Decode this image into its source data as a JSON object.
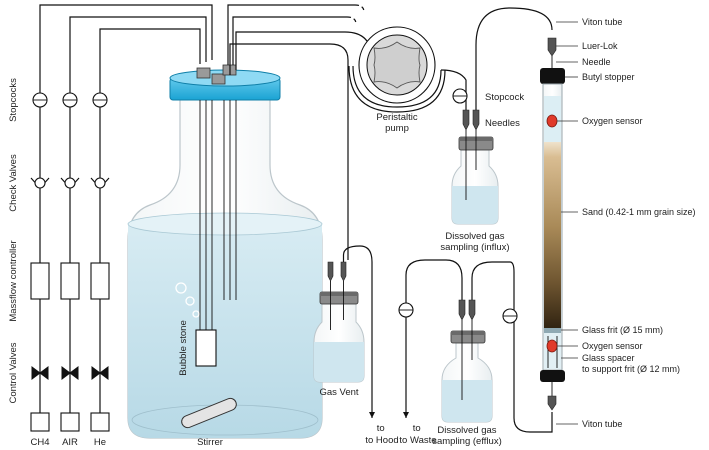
{
  "gas_sources": [
    "CH4",
    "AIR",
    "He"
  ],
  "left_stage_labels": {
    "stopcocks": "Stopcocks",
    "check_valves": "Check Valves",
    "massflow": "Massflow controller",
    "control_valves": "Control Valves"
  },
  "reactor": {
    "bubble_stone": "Bubble stone",
    "stirrer": "Stirrer"
  },
  "gas_vent": {
    "label": "Gas Vent",
    "to_hood": "to Hood"
  },
  "pump": {
    "label_line1": "Peristaltic",
    "label_line2": "pump"
  },
  "influx": {
    "stopcock": "Stopcock",
    "needles": "Needles",
    "label_line1": "Dissolved gas",
    "label_line2": "sampling (influx)"
  },
  "efflux": {
    "to_waste": "to Waste",
    "label_line1": "Dissolved gas",
    "label_line2": "sampling (efflux)"
  },
  "column_labels": {
    "viton_top": "Viton tube",
    "luer_lok": "Luer-Lok",
    "needle": "Needle",
    "butyl_stopper": "Butyl stopper",
    "oxygen_sensor_top": "Oxygen sensor",
    "sand": "Sand (0.42-1 mm grain size)",
    "glass_frit": "Glass frit (Ø 15 mm)",
    "oxygen_sensor_bottom": "Oxygen sensor",
    "glass_spacer_line1": "Glass spacer",
    "glass_spacer_line2": "to support frit (Ø 12 mm)",
    "viton_bottom": "Viton tube"
  },
  "colors": {
    "water": "#cfe6ef",
    "lid_blue": "#35b6e3",
    "sand_light": "#e1c9a4",
    "sand_dark": "#3a2a15",
    "sensor_red": "#e03a2a",
    "glass": "#eef5f8"
  }
}
